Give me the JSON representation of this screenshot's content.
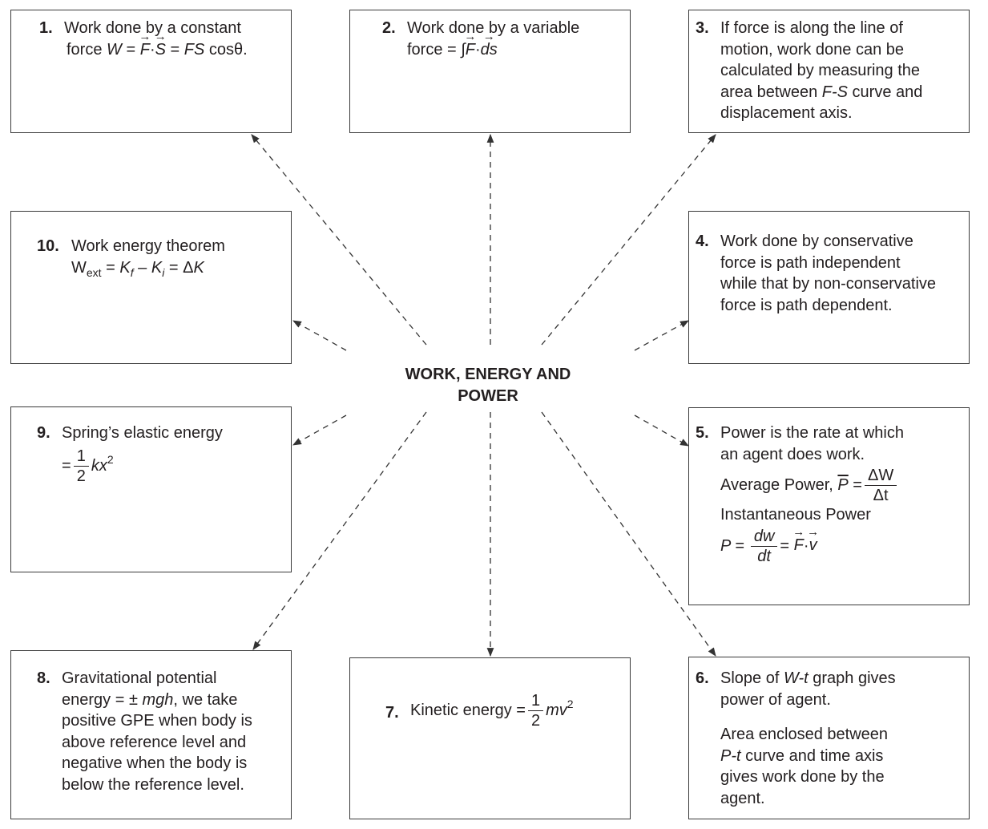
{
  "title": "WORK, ENERGY AND POWER",
  "boxes": {
    "b1": {
      "num": "1.",
      "line1": "Work done by a constant",
      "force": "force",
      "W": "W",
      "F": "F",
      "S": "S",
      "FS": "FS",
      "cos": "cosθ."
    },
    "b2": {
      "num": "2.",
      "line1": "Work done by a variable",
      "force": "force = ∫",
      "F": "F",
      "ds": "ds"
    },
    "b3": {
      "num": "3.",
      "l1": "If force is along the line of",
      "l2": "motion, work done can be",
      "l3": "calculated by measuring the",
      "l4a": "area between",
      "l4b": "F-S",
      "l4c": "curve and",
      "l5": "displacement axis."
    },
    "b4": {
      "num": "4.",
      "l1": "Work done by conservative",
      "l2": "force is path independent",
      "l3": "while that by non-conservative",
      "l4": "force is path dependent."
    },
    "b5": {
      "num": "5.",
      "l1": "Power is the rate at which",
      "l2": "an agent does work.",
      "avg": "Average Power,",
      "P": "P",
      "dW": "ΔW",
      "dt": "Δt",
      "inst": "Instantaneous Power",
      "P2": "P =",
      "dw": "dw",
      "dt2": "dt",
      "F": "F",
      "v": "v"
    },
    "b6": {
      "num": "6.",
      "l1a": "Slope of",
      "l1b": "W-t",
      "l1c": "graph gives",
      "l2": "power of agent.",
      "l3": "Area enclosed between",
      "l4a": "P-t",
      "l4b": "curve and time axis",
      "l5": "gives work done by the",
      "l6": "agent."
    },
    "b7": {
      "num": "7.",
      "label": "Kinetic energy =",
      "one": "1",
      "two": "2",
      "mv": "mv",
      "exp": "2"
    },
    "b8": {
      "num": "8.",
      "l1": "Gravitational potential",
      "l2a": "energy = ±",
      "l2b": "mgh",
      "l2c": ", we take",
      "l3": "positive GPE when body is",
      "l4": "above reference level and",
      "l5": "negative when the body is",
      "l6": "below the reference level."
    },
    "b9": {
      "num": "9.",
      "l1": "Spring’s elastic energy",
      "eq": "=",
      "one": "1",
      "two": "2",
      "kx": "kx",
      "exp": "2"
    },
    "b10": {
      "num": "10.",
      "l1": "Work energy theorem",
      "W": "W",
      "ext": "ext",
      "eq1": " = ",
      "Kf": "K",
      "f": "f",
      "minus": " – ",
      "Ki": "K",
      "i": "i",
      "eq2": " = Δ",
      "K": "K"
    }
  },
  "colors": {
    "ink": "#231f20",
    "border": "#3a3a3a",
    "arrow": "#333333"
  }
}
